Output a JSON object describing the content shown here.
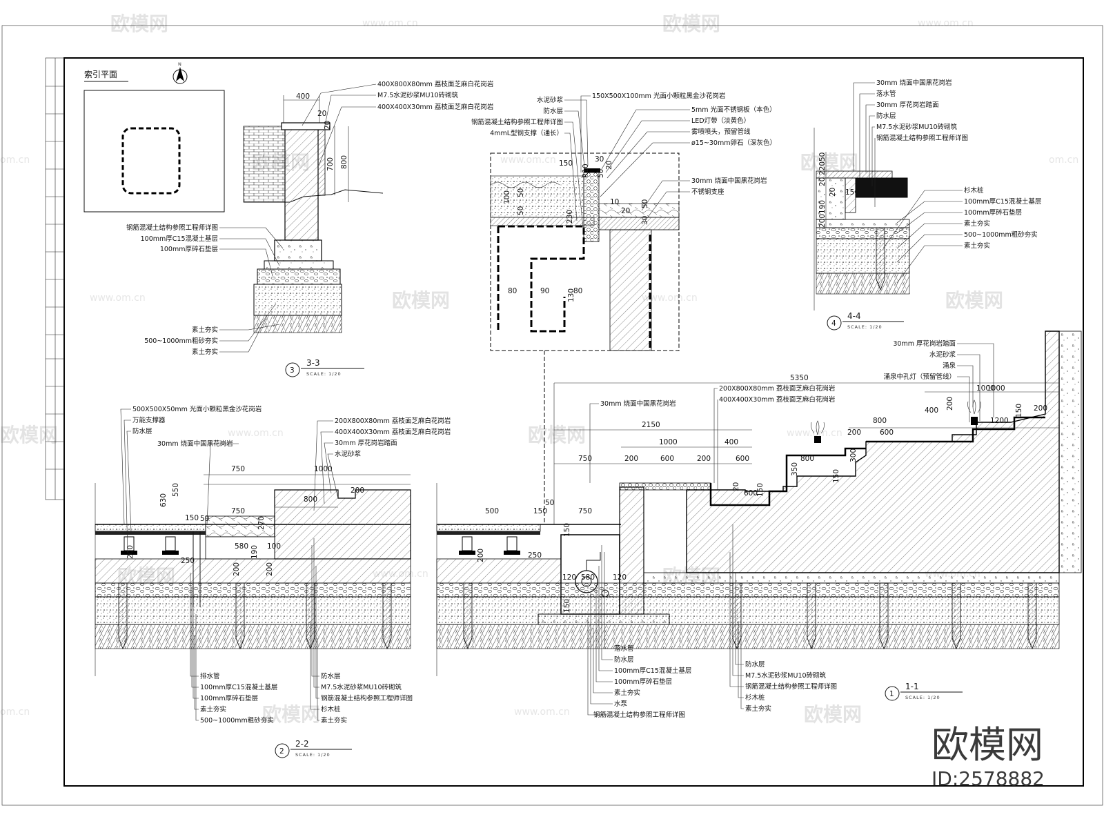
{
  "watermark": {
    "brand": "欧模网",
    "url": "www.om.cn",
    "url_short": "om.cn",
    "id": "ID:2578882"
  },
  "index_plan": {
    "title": "索引平面",
    "north": "N"
  },
  "sec3": {
    "labels": [
      "400X800X80mm 荔枝面芝麻白花岗岩",
      "M7.5水泥砂浆MU10砖砌筑",
      "400X400X30mm 荔枝面芝麻白花岗岩"
    ],
    "left_labels": [
      "钢筋混凝土结构参照工程师详图",
      "100mm厚C15混凝土基层",
      "100mm厚碎石垫层"
    ],
    "bottom_labels": [
      "素土夯实",
      "500~1000mm粗砂夯实",
      "素土夯实"
    ],
    "dims": [
      "400",
      "20",
      "20",
      "700",
      "800"
    ],
    "title": "3-3",
    "scale": "SCALE: 1/20",
    "num": "3"
  },
  "detail": {
    "left_labels": [
      "水泥砂浆",
      "防水层",
      "钢筋混凝土结构参照工程师详图",
      "4mmL型钢支撑（通长）"
    ],
    "top_labels": [
      "150X500X100mm 光面小颗粒黑金沙花岗岩",
      "5mm 光面不锈钢板（本色）",
      "LED灯带（淡黄色）",
      "雾喷喷头，预留管线",
      "ø15~30mm卵石（深灰色）",
      "30mm 烧面中国黑花岗岩",
      "不锈钢支座"
    ],
    "dims": [
      "150",
      "R10",
      "30",
      "50",
      "20",
      "50",
      "100",
      "50",
      "230",
      "10",
      "20",
      "50",
      "30",
      "80",
      "90",
      "130",
      "80"
    ]
  },
  "sec4": {
    "top_labels": [
      "30mm 烧面中国黑花岗岩",
      "落水管",
      "30mm 厚花岗岩踏面",
      "防水层",
      "M7.5水泥砂浆MU10砖砌筑",
      "钢筋混凝土结构参照工程师详图"
    ],
    "right_labels": [
      "杉木桩",
      "100mm厚C15混凝土基层",
      "100mm厚碎石垫层",
      "素土夯实",
      "500~1000mm粗砂夯实",
      "素土夯实"
    ],
    "dims": [
      "220",
      "50",
      "20",
      "150",
      "190",
      "20",
      "200"
    ],
    "title": "4-4",
    "scale": "SCALE: 1/20",
    "num": "4"
  },
  "sec2": {
    "top_labels": [
      "500X500X50mm 光面小颗粒黑金沙花岗岩",
      "万能支撑器",
      "防水层",
      "30mm 烧面中国黑花岗岩"
    ],
    "right_labels": [
      "200X800X80mm 荔枝面芝麻白花岗岩",
      "400X400X30mm 荔枝面芝麻白花岗岩",
      "30mm 厚花岗岩踏面",
      "水泥砂浆"
    ],
    "bottom_left": [
      "排水管",
      "100mm厚C15混凝土基层",
      "100mm厚碎石垫层",
      "素土夯实",
      "500~1000mm粗砂夯实"
    ],
    "bottom_right": [
      "防水层",
      "M7.5水泥砂浆MU10砖砌筑",
      "钢筋混凝土结构参照工程师详图",
      "杉木桩",
      "素土夯实"
    ],
    "dims": [
      "750",
      "1000",
      "630",
      "550",
      "750",
      "800",
      "200",
      "150",
      "50",
      "270",
      "580",
      "100",
      "200",
      "250",
      "200",
      "190",
      "200",
      "20",
      "100"
    ],
    "title": "2-2",
    "scale": "SCALE: 1/20",
    "num": "2"
  },
  "sec1": {
    "top_labels": [
      "30mm 烧面中国黑花岗岩",
      "200X800X80mm 荔枝面芝麻白花岗岩",
      "400X400X30mm 荔枝面芝麻白花岗岩"
    ],
    "right_labels": [
      "30mm 厚花岗岩踏面",
      "水泥砂浆",
      "涌泉",
      "涌泉中孔灯（预留管线）"
    ],
    "bottom_left": [
      "落水管",
      "防水层",
      "100mm厚C15混凝土基层",
      "100mm厚碎石垫层",
      "素土夯实",
      "水泵",
      "钢筋混凝土结构参照工程师详图"
    ],
    "bottom_right": [
      "防水层",
      "M7.5水泥砂浆MU10砖砌筑",
      "钢筋混凝土结构参照工程师详图",
      "杉木桩",
      "素土夯实"
    ],
    "dims": [
      "5350",
      "1000",
      "2150",
      "1000",
      "400",
      "750",
      "200",
      "600",
      "200",
      "600",
      "800",
      "1000",
      "800",
      "600",
      "200",
      "1200",
      "200",
      "400",
      "200",
      "150",
      "500",
      "150",
      "50",
      "750",
      "350",
      "300",
      "150",
      "20",
      "600",
      "150",
      "150",
      "580",
      "120",
      "120",
      "150",
      "250",
      "200"
    ],
    "title": "1-1",
    "scale": "SCALE: 1/20",
    "num": "1"
  }
}
